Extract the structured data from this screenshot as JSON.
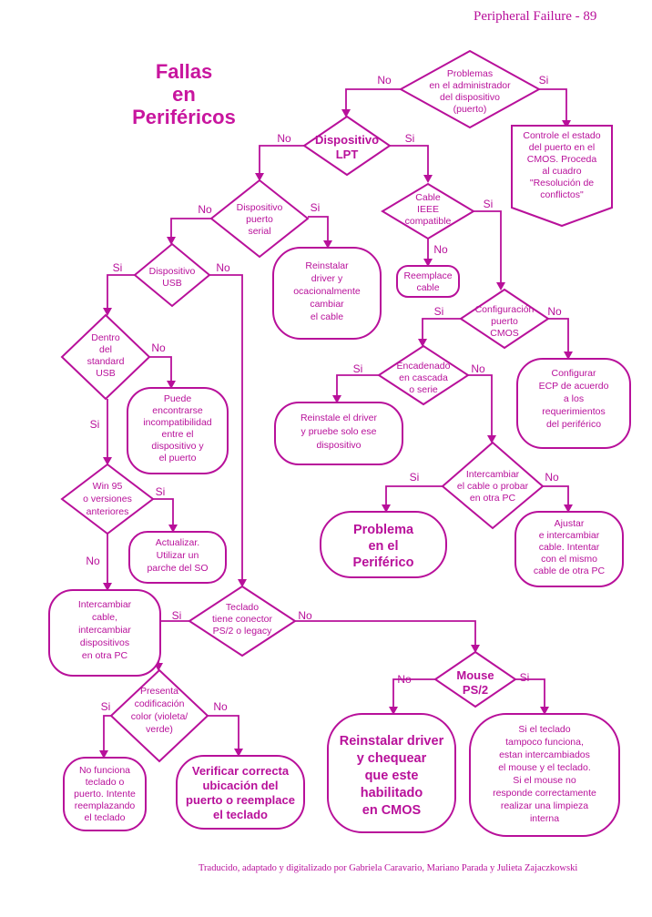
{
  "header": "Peripheral Failure - 89",
  "title": [
    "Fallas",
    "en",
    "Periféricos"
  ],
  "footer": "Traducido, adaptado y digitalizado por Gabriela Caravario, Mariano Parada y Julieta Zajaczkowski",
  "yes_label": "Si",
  "no_label": "No",
  "nodes": {
    "problemas": [
      "Problemas",
      "en el administrador",
      "del dispositivo",
      "(puerto)"
    ],
    "controle": [
      "Controle el estado",
      "del puerto en el",
      "CMOS. Proceda",
      "al cuadro",
      "\"Resolución de",
      "conflictos\""
    ],
    "lpt": [
      "Dispositivo",
      "LPT"
    ],
    "serial": [
      "Dispositivo",
      "puerto",
      "serial"
    ],
    "ieee": [
      "Cable",
      "IEEE",
      "compatible"
    ],
    "reemplace": [
      "Reemplace",
      "cable"
    ],
    "reinstalar_driver": [
      "Reinstalar",
      "driver y",
      "ocacionalmente",
      "cambiar",
      "el cable"
    ],
    "usb": [
      "Dispositivo",
      "USB"
    ],
    "config": [
      "Configuración",
      "puerto",
      "CMOS"
    ],
    "configurar_ecp": [
      "Configurar",
      "ECP de acuerdo",
      "a los",
      "requerimientos",
      "del periférico"
    ],
    "encadenado": [
      "Encadenado",
      "en cascada",
      "o serie"
    ],
    "reinstale": [
      "Reinstale el driver",
      "y pruebe solo ese",
      "dispositivo"
    ],
    "dentro_std": [
      "Dentro",
      "del",
      "standard",
      "USB"
    ],
    "incompat": [
      "Puede",
      "encontrarse",
      "incompatibilidad",
      "entre el",
      "dispositivo y",
      "el puerto"
    ],
    "intercambiar_cable_q": [
      "Intercambiar",
      "el cable o probar",
      "en otra PC"
    ],
    "problema_periferico": [
      "Problema",
      "en el",
      "Periférico"
    ],
    "ajustar": [
      "Ajustar",
      "e intercambiar",
      "cable. Intentar",
      "con el mismo",
      "cable de otra PC"
    ],
    "win95": [
      "Win 95",
      "o versiones",
      "anteriores"
    ],
    "actualizar": [
      "Actualizar.",
      "Utilizar un",
      "parche del SO"
    ],
    "intercambiar_disp": [
      "Intercambiar",
      "cable,",
      "intercambiar",
      "dispositivos",
      "en otra PC"
    ],
    "teclado": [
      "Teclado",
      "tiene conector",
      "PS/2 o legacy"
    ],
    "mouse": [
      "Mouse",
      "PS/2"
    ],
    "presenta": [
      "Presenta",
      "codificación",
      "color (violeta/",
      "verde)"
    ],
    "no_funciona": [
      "No funciona",
      "teclado o",
      "puerto. Intente",
      "reemplazando",
      "el teclado"
    ],
    "verificar": [
      "Verificar correcta",
      "ubicación del",
      "puerto o reemplace",
      "el teclado"
    ],
    "reinstalar_cmos": [
      "Reinstalar driver",
      "y chequear",
      "que este",
      "habilitado",
      "en CMOS"
    ],
    "si_teclado": [
      "Si el teclado",
      "tampoco funciona,",
      "estan intercambiados",
      "el mouse y el teclado.",
      "Si el mouse no",
      "responde correctamente",
      "realizar una limpieza",
      "interna"
    ]
  },
  "colors": {
    "ink": "#b8109a"
  }
}
